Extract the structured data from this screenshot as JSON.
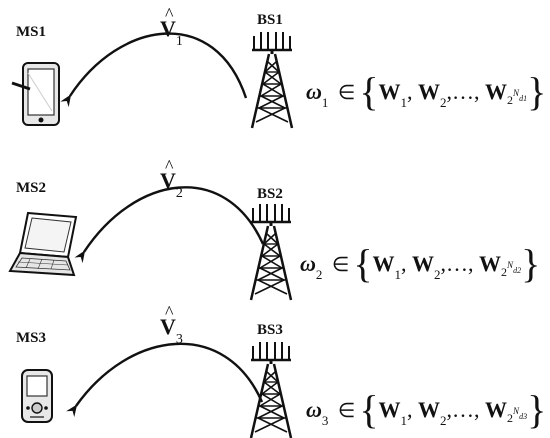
{
  "rows": [
    {
      "ms_label": "MS1",
      "bs_label": "BS1",
      "v_symbol": "V",
      "v_index": "1",
      "omega_symbol": "ω",
      "omega_index": "1",
      "set_prefix": "W",
      "set_indices": [
        "1",
        "2"
      ],
      "ellipsis": "…",
      "last_base": "2",
      "last_exp": "N",
      "last_exp_sub": "d1",
      "device": "tablet-icon"
    },
    {
      "ms_label": "MS2",
      "bs_label": "BS2",
      "v_symbol": "V",
      "v_index": "2",
      "omega_symbol": "ω",
      "omega_index": "2",
      "set_prefix": "W",
      "set_indices": [
        "1",
        "2"
      ],
      "ellipsis": "…",
      "last_base": "2",
      "last_exp": "N",
      "last_exp_sub": "d2",
      "device": "laptop-icon"
    },
    {
      "ms_label": "MS3",
      "bs_label": "BS3",
      "v_symbol": "V",
      "v_index": "3",
      "omega_symbol": "ω",
      "omega_index": "3",
      "set_prefix": "W",
      "set_indices": [
        "1",
        "2"
      ],
      "ellipsis": "…",
      "last_base": "2",
      "last_exp": "N",
      "last_exp_sub": "d3",
      "device": "pda-icon"
    }
  ],
  "symbols": {
    "hat": "^",
    "element_of": "∈",
    "lbrace": "{",
    "rbrace": "}",
    "comma": ","
  }
}
